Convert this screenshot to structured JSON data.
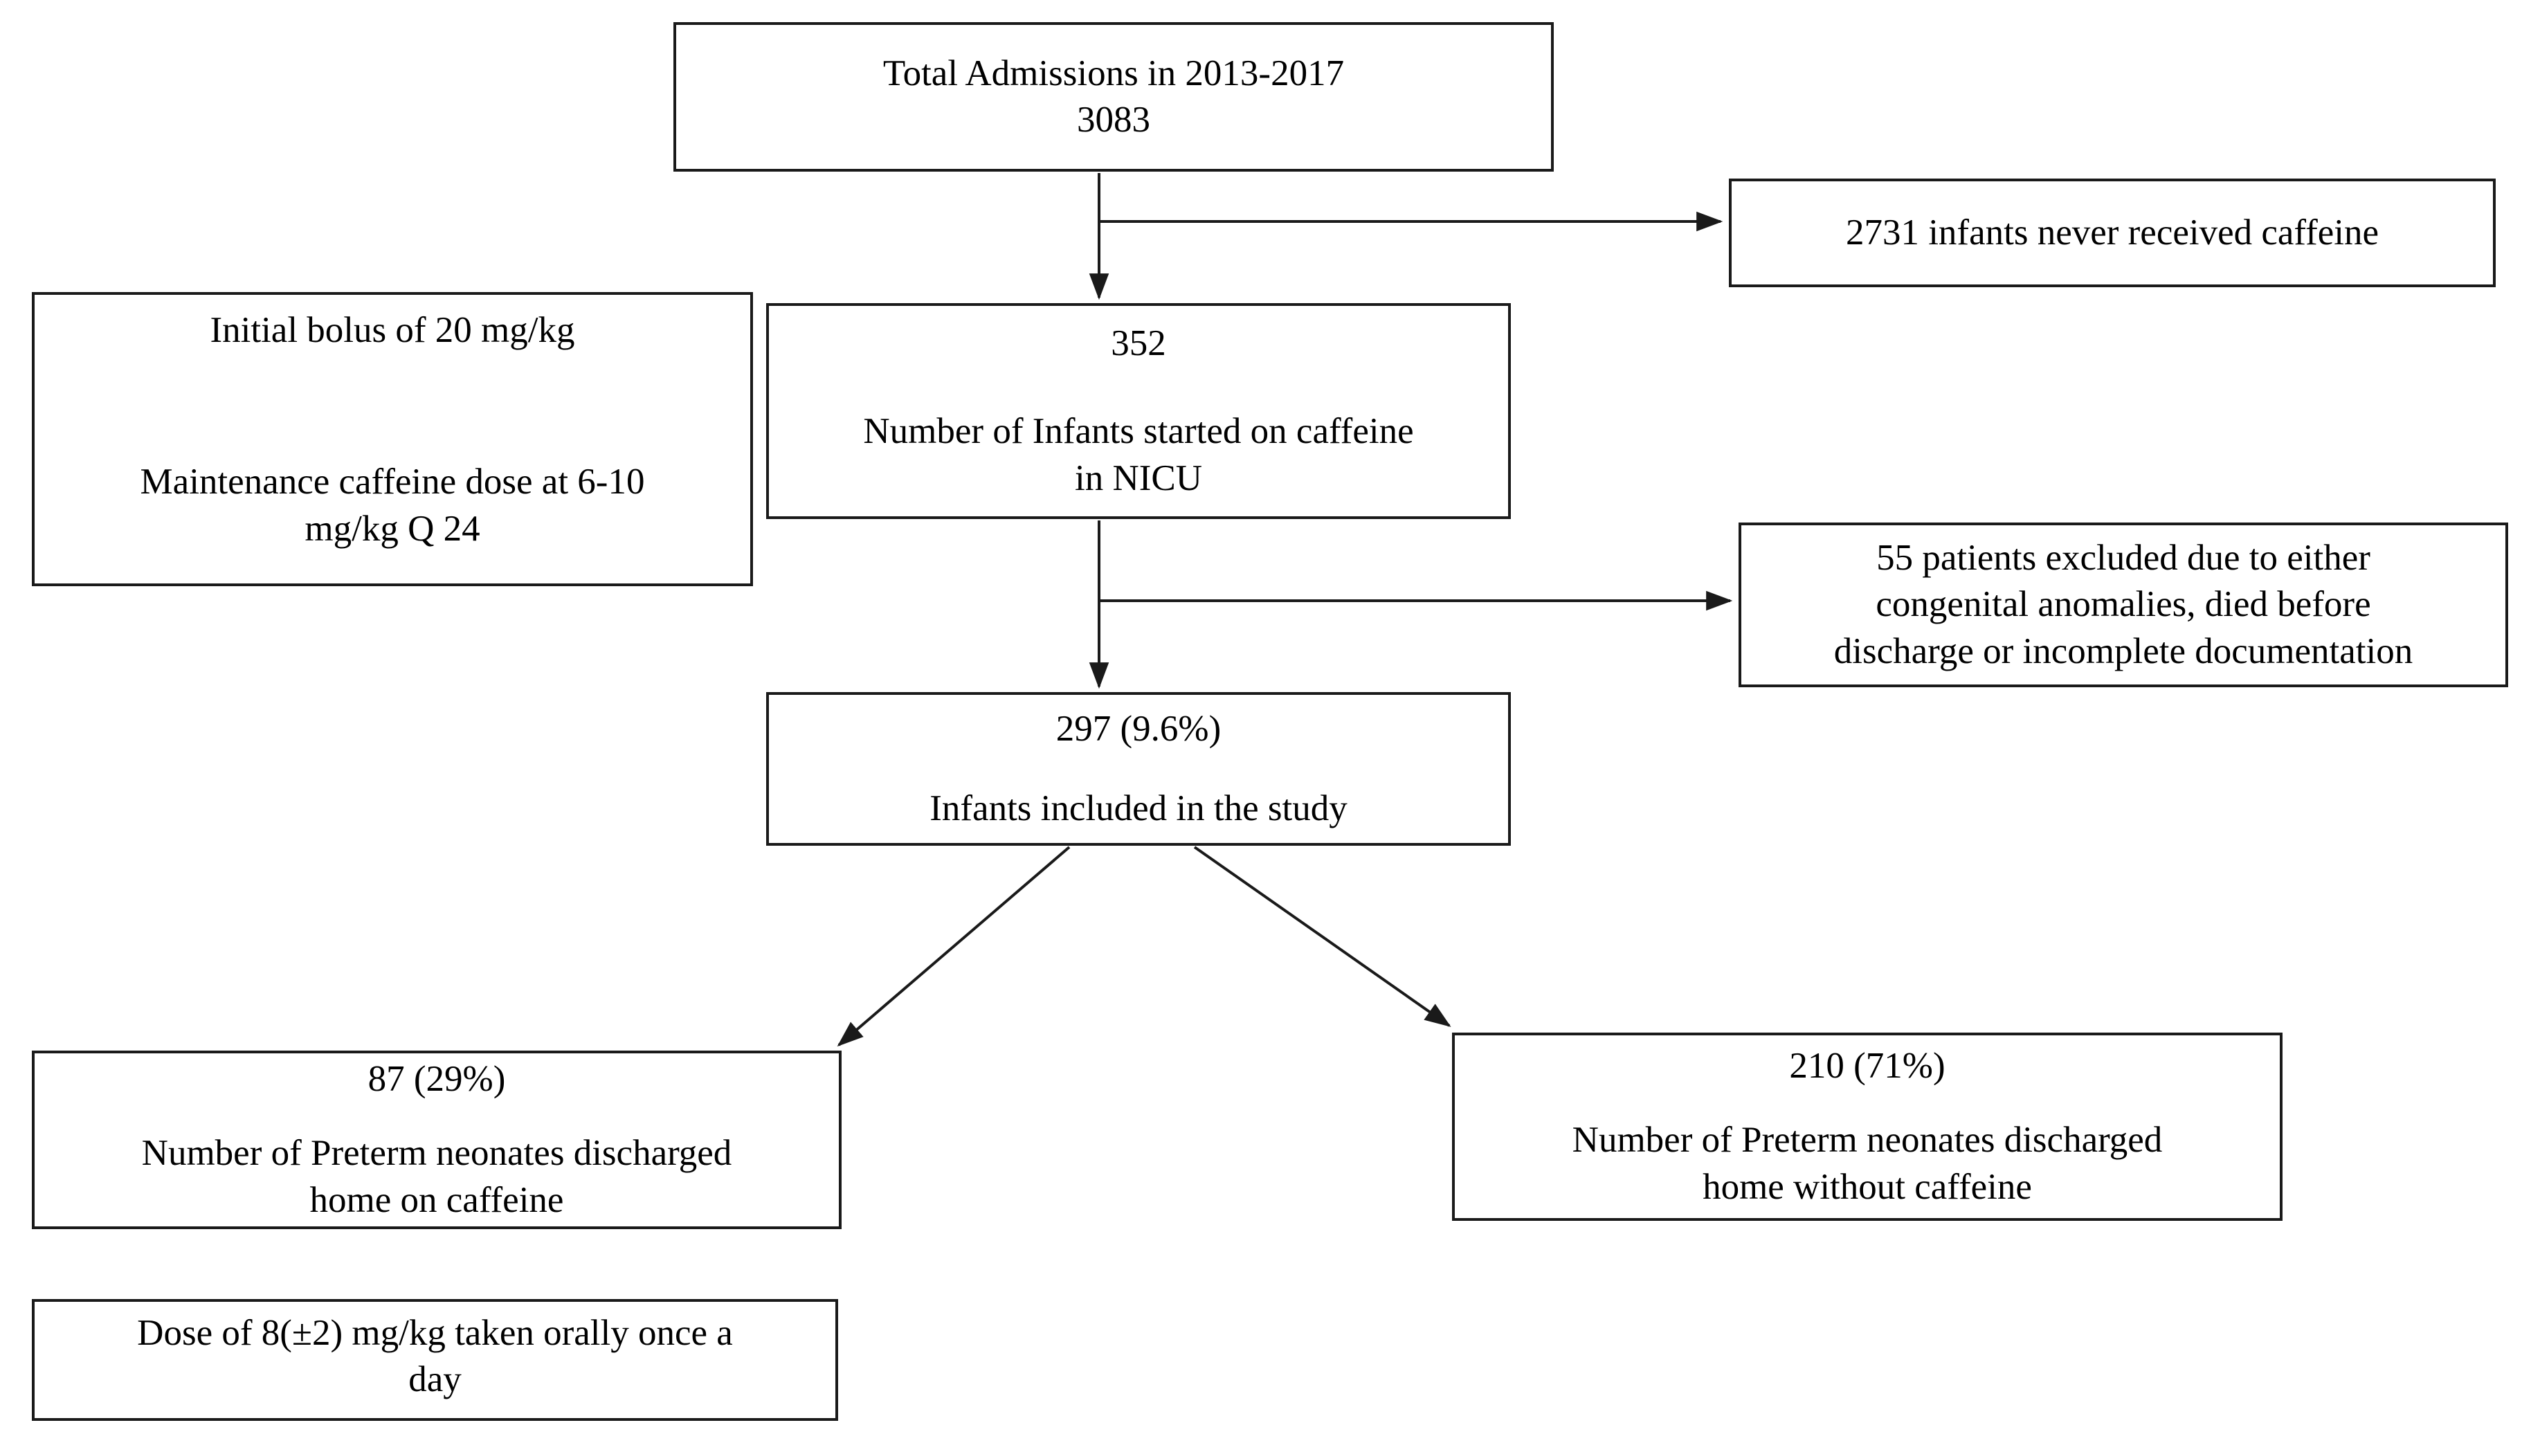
{
  "diagram": {
    "type": "flowchart",
    "colors": {
      "border": "#1a1a1a",
      "text": "#000000",
      "background": "#ffffff"
    },
    "nodes": {
      "total_admissions": {
        "title": "Total Admissions in 2013-2017",
        "value": "3083"
      },
      "never_received_caffeine": {
        "text": "2731 infants never received caffeine"
      },
      "nicu_dosing_protocol": {
        "line1": "Initial bolus of 20 mg/kg",
        "line2": "Maintenance caffeine dose at 6-10 mg/kg Q 24"
      },
      "started_on_caffeine": {
        "value": "352",
        "label": "Number of Infants started on caffeine in NICU"
      },
      "excluded": {
        "text": "55 patients excluded due to either congenital anomalies, died before discharge or incomplete documentation"
      },
      "included_in_study": {
        "value": "297 (9.6%)",
        "label": "Infants included in the study"
      },
      "discharged_home_on_caffeine": {
        "value": "87 (29%)",
        "label": "Number of Preterm neonates discharged home on caffeine"
      },
      "discharged_home_without_caffeine": {
        "value": "210 (71%)",
        "label": "Number of Preterm neonates discharged home without caffeine"
      },
      "home_dose": {
        "text": "Dose of 8(±2) mg/kg taken orally once a day"
      }
    }
  }
}
